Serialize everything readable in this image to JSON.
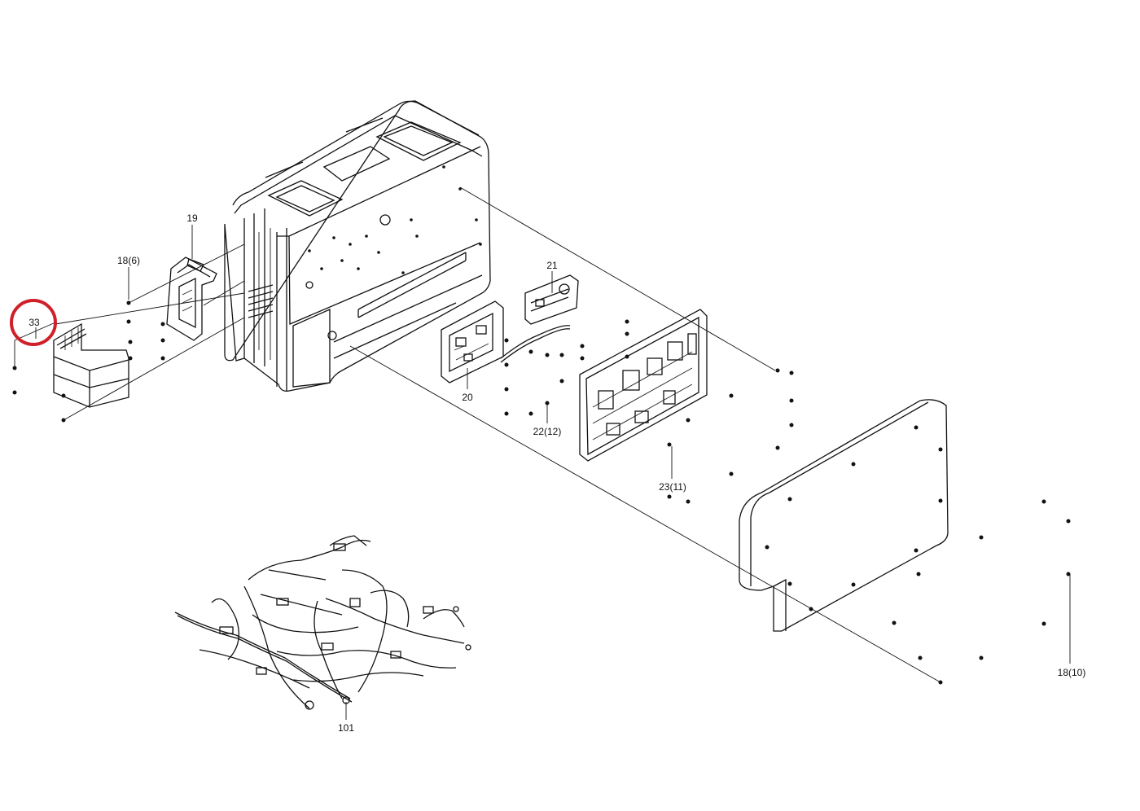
{
  "diagram": {
    "callouts": [
      {
        "id": "c19",
        "label": "19"
      },
      {
        "id": "c18_6",
        "label": "18(6)"
      },
      {
        "id": "c33",
        "label": "33"
      },
      {
        "id": "c21",
        "label": "21"
      },
      {
        "id": "c20",
        "label": "20"
      },
      {
        "id": "c22_12",
        "label": "22(12)"
      },
      {
        "id": "c23_11",
        "label": "23(11)"
      },
      {
        "id": "c18_10",
        "label": "18(10)"
      },
      {
        "id": "c101",
        "label": "101"
      }
    ],
    "highlight": {
      "target": "33",
      "color": "#d0202a"
    },
    "line_color": "#111111"
  }
}
